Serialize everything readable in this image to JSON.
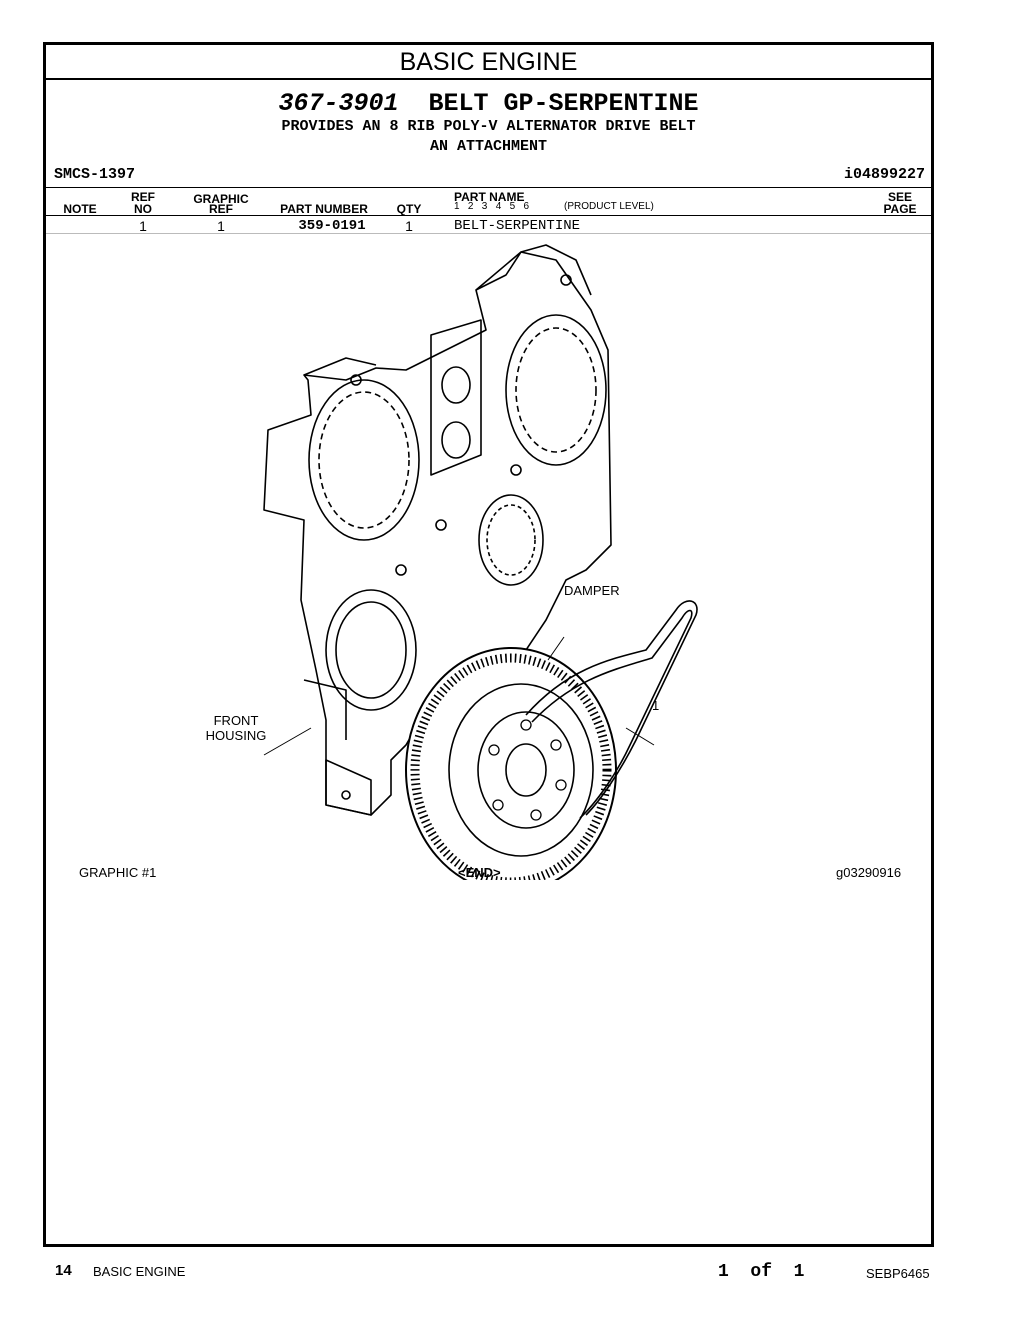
{
  "section_title": "BASIC ENGINE",
  "group": {
    "part_number": "367-3901",
    "name": "BELT GP-SERPENTINE",
    "description_line1": "PROVIDES AN 8 RIB POLY-V ALTERNATOR DRIVE BELT",
    "description_line2": "AN ATTACHMENT"
  },
  "smcs": "SMCS-1397",
  "info_id": "i04899227",
  "columns": {
    "note": "NOTE",
    "ref": "REF",
    "no": "NO",
    "graphic": "GRAPHIC",
    "graphic_ref": "REF",
    "part_number": "PART NUMBER",
    "qty": "QTY",
    "part_name": "PART NAME",
    "levels": "1   2   3   4   5   6",
    "product_level": "(PRODUCT LEVEL)",
    "see": "SEE",
    "page": "PAGE"
  },
  "parts": [
    {
      "ref_no": "1",
      "graphic_ref": "1",
      "part_number": "359-0191",
      "qty": "1",
      "part_name": "BELT-SERPENTINE"
    }
  ],
  "callouts": {
    "damper": "DAMPER",
    "front_housing_1": "FRONT",
    "front_housing_2": "HOUSING",
    "item": "1"
  },
  "graphic_label": "GRAPHIC #1",
  "end_marker": "<END>",
  "graphic_id": "g03290916",
  "footer": {
    "page_number": "14",
    "section": "BASIC ENGINE",
    "page_of": "1  of  1",
    "doc_id": "SEBP6465"
  }
}
